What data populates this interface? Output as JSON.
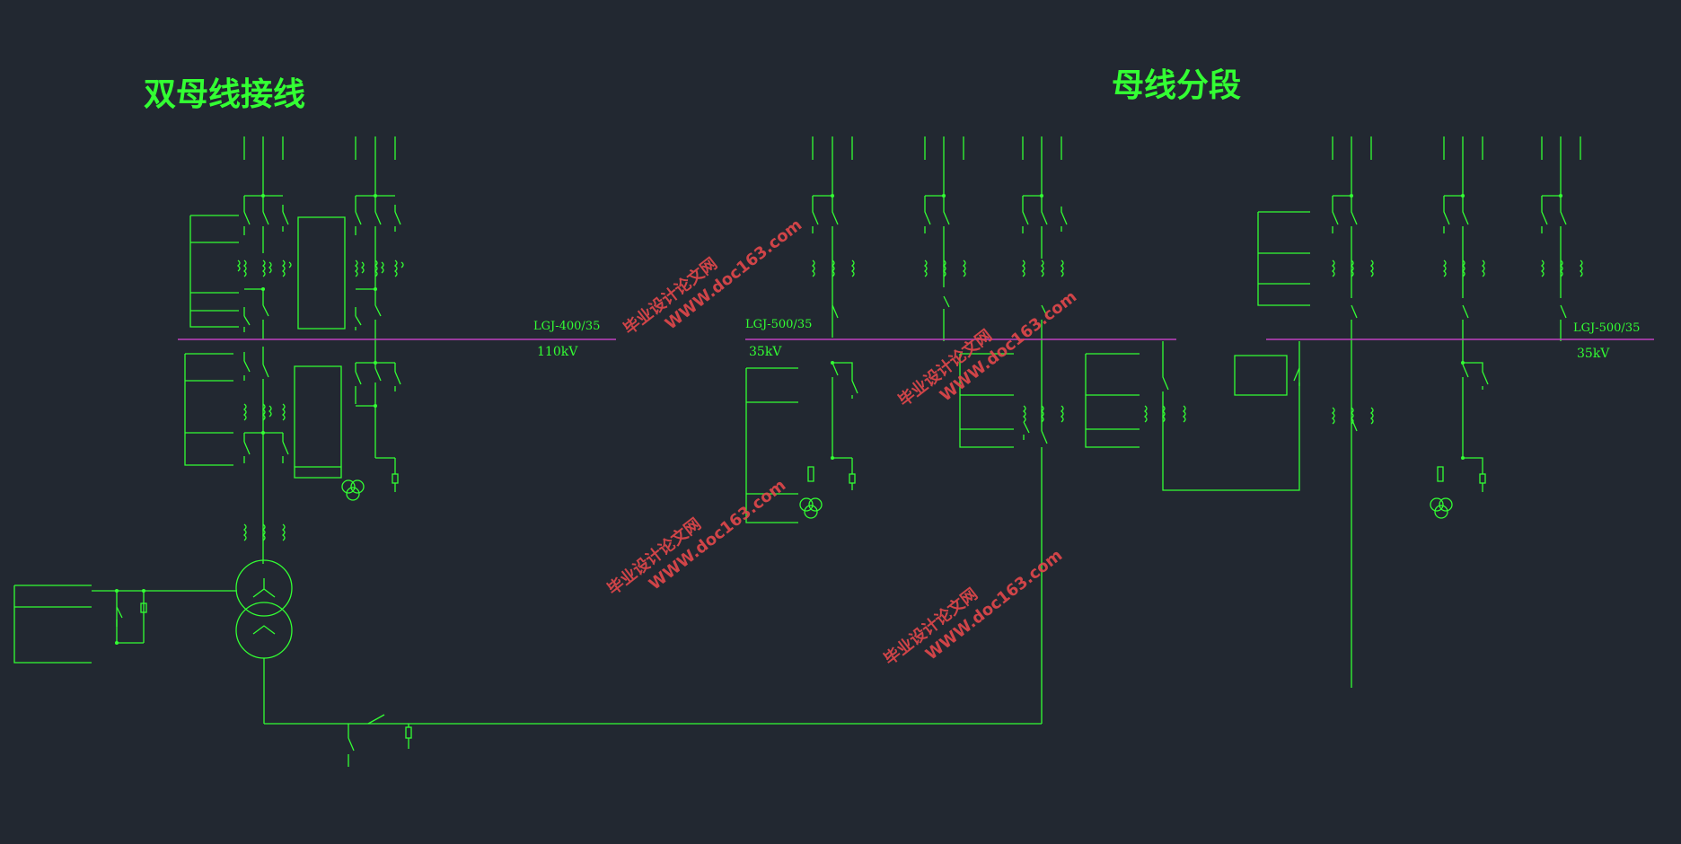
{
  "titles": {
    "left": "双母线接线",
    "right": "母线分段"
  },
  "bus_labels": {
    "lgj_110": "LGJ-400/35",
    "kv_110": "110kV",
    "lgj_35_left": "LGJ-500/35",
    "kv_35_left": "35kV",
    "lgj_35_right": "LGJ-500/35",
    "kv_35_right": "35kV"
  },
  "watermark": {
    "line1": "毕业设计论文网",
    "line2": "WWW.doc163.com"
  },
  "colors": {
    "background": "#222831",
    "lines": "#33ff33",
    "bus": "#c040c0",
    "watermark": "#e3484b"
  }
}
